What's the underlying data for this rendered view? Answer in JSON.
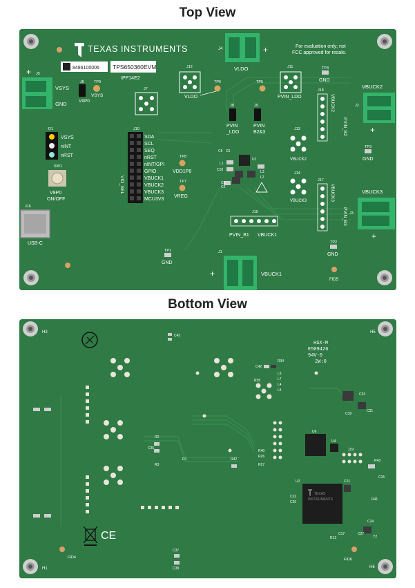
{
  "titles": {
    "top": "Top View",
    "bottom": "Bottom View"
  },
  "top": {
    "brand": "Texas Instruments",
    "serial": "8486100006",
    "part": "TPS650360EVM",
    "board_id": "IPP14E2",
    "eval_note_1": "For evaluation only; not",
    "eval_note_2": "FCC approved for resale.",
    "j4": "J4",
    "j4_label": "VLDO",
    "j5": "J5",
    "vsys": "VSYS",
    "gnd": "GND",
    "j1": "J1",
    "vbuck1_conn": "VBUCK1",
    "j2": "J2",
    "vbuck2_conn": "VBUCK2",
    "j3": "J3",
    "vbuck3_conn": "VBUCK3",
    "j6": "J6",
    "v9p0": "V9P0",
    "tp9": "TP9",
    "tp9_label": "VSYS",
    "j12": "J12",
    "tp6": "TP6",
    "vldo_tp": "VLDO",
    "j11": "J11",
    "tp5": "TP5",
    "pvin_ldo_tp": "PVIN_LDO",
    "tp4": "TP4",
    "tp4_gnd": "GND",
    "j7": "J7",
    "j8": "J8",
    "j8_label_1": "PVIN",
    "j8_label_2": "_LDO",
    "j9": "J9",
    "j9_label_1": "PVIN",
    "j9_label_2": "B2&3",
    "j18": "J18",
    "j18_left": "VBUCK2",
    "j18_right": "PVIN_B2",
    "tp3": "TP3",
    "tp3_gnd": "GND",
    "d1": "D1",
    "leds": [
      "VSYS",
      "nINT",
      "nRST"
    ],
    "j10": "J10",
    "j10_pins": [
      "SDA",
      "SCL",
      "SEQ",
      "nRST",
      "nINT/GPI",
      "GPIO",
      "VBUCK1",
      "VBUCK2",
      "VBUCK3",
      "MCU3V3"
    ],
    "vio_sel": "VIO_SEL",
    "tp8": "TP8",
    "vdd1p8": "VDD1P8",
    "tp7": "TP7",
    "vreg": "VREG",
    "j13": "J13",
    "vbuck2_tp": "VBUCK2",
    "j14": "J14",
    "vbuck3_tp": "VBUCK3",
    "j17": "J17",
    "j17_left": "VBUCK3",
    "j17_right": "PVIN_B3",
    "sw1": "SW1",
    "sw1_label_1": "V9P0",
    "sw1_label_2": "ON/OFF",
    "j16": "J16",
    "usb": "USB-C",
    "j15": "J15",
    "pvin_b1": "PVIN_B1",
    "vbuck1_j15": "VBUCK1",
    "tp1": "TP1",
    "tp1_gnd": "GND",
    "tp2": "TP2",
    "tp2_gnd": "GND",
    "fid5": "FID5",
    "u1": "U1",
    "caps": [
      "C6",
      "C5",
      "L1",
      "C10",
      "C1",
      "C2",
      "L3",
      "L2"
    ]
  },
  "bottom": {
    "pcb_1": "HSX-M",
    "pcb_2": "E509426",
    "pcb_3": "94V-0",
    "pcb_4": "2W:0",
    "h1": "H1",
    "h3": "H3",
    "h5": "H5",
    "h6": "H6",
    "fid4": "FID4",
    "fid6": "FID6",
    "parts": [
      "C43",
      "C42",
      "R34",
      "R35",
      "L6",
      "L7",
      "L4",
      "L5",
      "C39",
      "C33",
      "C31",
      "R2",
      "C36",
      "R1",
      "R3",
      "R42",
      "R40",
      "R26",
      "R27",
      "U6",
      "U4",
      "J19",
      "C22",
      "C20",
      "C21",
      "U2",
      "R41",
      "R43",
      "C24",
      "C27",
      "Y2",
      "C37",
      "C38",
      "C17",
      "R12",
      "C15"
    ],
    "ic_1": "TEXAS",
    "ic_2": "INSTRUMENTS",
    "ce": "CE"
  }
}
